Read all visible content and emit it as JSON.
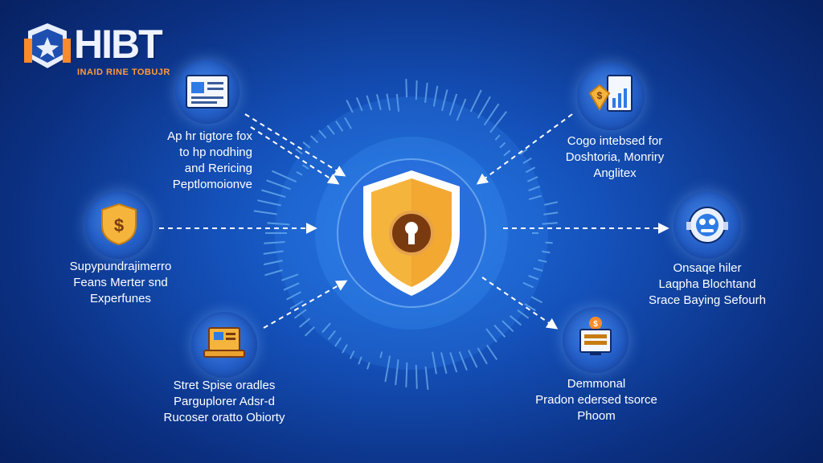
{
  "brand": {
    "name": "HIBT",
    "tagline": "INAID RINE TOBUJR"
  },
  "features": [
    {
      "id": "top-left",
      "icon": "document-icon",
      "lines": [
        "Ap hr tigtore fox",
        "to hp nodhing",
        "and Rericing",
        "Peptlomoionve"
      ]
    },
    {
      "id": "mid-left",
      "icon": "dollar-shield-icon",
      "lines": [
        "Supypundrajimerro",
        "Feans Merter snd",
        "Experfunes"
      ]
    },
    {
      "id": "bottom-left",
      "icon": "laptop-icon",
      "lines": [
        "Stret Spise oradles",
        "Parguplorer Adsr-d",
        "Rucoser oratto Obiorty"
      ]
    },
    {
      "id": "top-right",
      "icon": "analytics-icon",
      "lines": [
        "Cogo intebsed for",
        "Doshtoria, Monriry",
        "Anglitex"
      ]
    },
    {
      "id": "mid-right",
      "icon": "robot-icon",
      "lines": [
        "Onsaqe hiler",
        "Laqpha Blochtand",
        "Srace Baying Sefourh"
      ]
    },
    {
      "id": "bottom-right",
      "icon": "monitor-icon",
      "lines": [
        "Demmonal",
        "Pradon edersed tsorce",
        "Phoom"
      ]
    }
  ],
  "colors": {
    "background": "#1450b8",
    "shield_gold": "#f5b43c",
    "accent_orange": "#ff9a3c",
    "arrow": "#ffffff"
  }
}
